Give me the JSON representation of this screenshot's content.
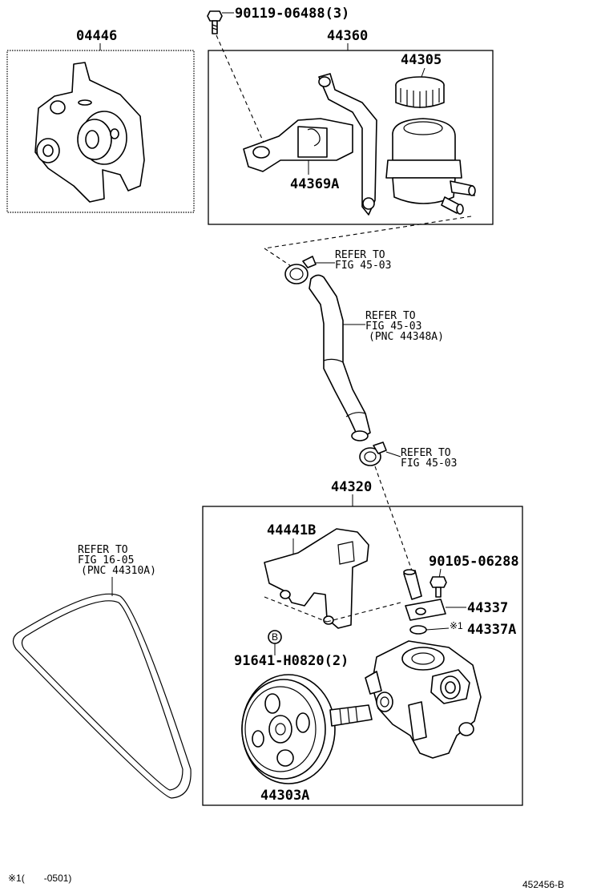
{
  "labels": {
    "bolt_top": "90119-06488(3)",
    "gasket_kit": "04446",
    "reservoir_assy": "44360",
    "reservoir_cap": "44305",
    "reservoir_bracket": "44369A",
    "pump_assy": "44320",
    "pump_bracket": "44441B",
    "union_bolt": "90105-06288",
    "union": "44337",
    "oring": "44337A",
    "oring_marker": "※1",
    "bolt_b": "91641-H0820(2)",
    "b_marker": "B",
    "pulley": "44303A"
  },
  "refs": {
    "clamp_top": {
      "line1": "REFER TO",
      "line2": "FIG 45-03"
    },
    "hose": {
      "line1": "REFER TO",
      "line2": "FIG 45-03",
      "line3": "(PNC 44348A)"
    },
    "clamp_bottom": {
      "line1": "REFER TO",
      "line2": "FIG 45-03"
    },
    "belt": {
      "line1": "REFER TO",
      "line2": "FIG 16-05",
      "line3": "(PNC 44310A)"
    }
  },
  "footer": {
    "note": "※1(　　-0501)",
    "figure_id": "452456-B"
  }
}
